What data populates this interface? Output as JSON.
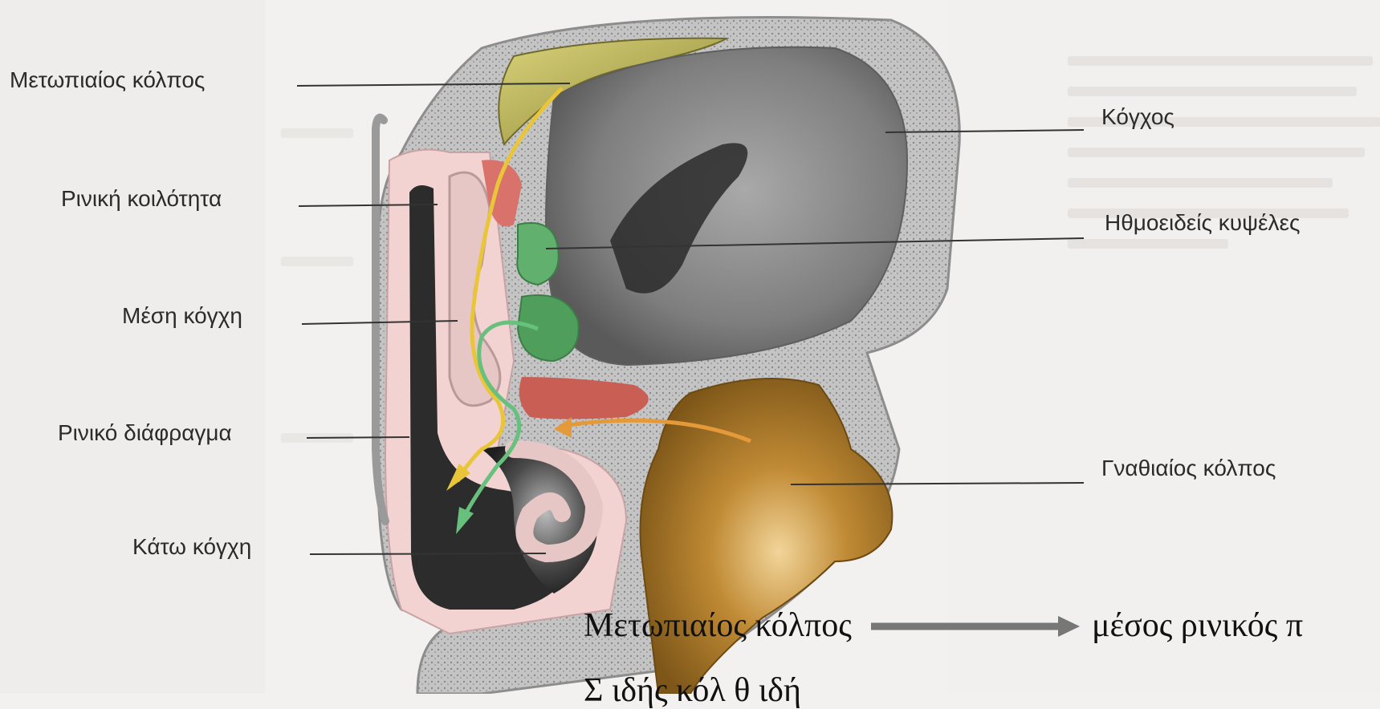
{
  "labels": {
    "frontal_sinus": "Μετωπιαίος κόλπος",
    "nasal_cavity": "Ρινική κοιλότητα",
    "middle_concha": "Μέση κόγχη",
    "nasal_septum": "Ρινικό διάφραγμα",
    "inferior_concha": "Κάτω κόγχη",
    "orbit": "Κόγχος",
    "ethmoid_cells": "Ηθμοειδείς κυψέλες",
    "maxillary_sinus": "Γναθιαίος κόλπος"
  },
  "caption": {
    "line1_left": "Μετωπιαίος κόλπος",
    "line1_right": "μέσος ρινικός π",
    "line2": "Σ         ιδής  κόλ                                         θ      ιδή"
  },
  "colors": {
    "frontal_sinus": "#b9b24f",
    "orbit": "#8c8c8c",
    "ethmoid": "#5fae6a",
    "maxillary": "#b5862e",
    "mucosa": "#f4cfcf",
    "bone": "#b9b9b9",
    "airway_dark": "#2a2a2a",
    "red_area": "#d66a5f",
    "arrow_yellow": "#e9c53a",
    "arrow_green": "#67c07c",
    "arrow_orange": "#e59a3a",
    "caption_arrow": "#777777"
  }
}
